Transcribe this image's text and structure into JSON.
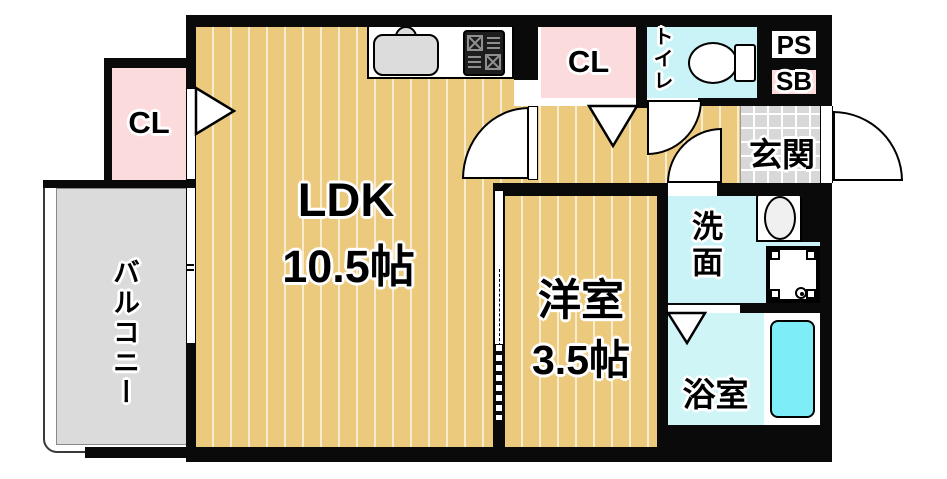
{
  "floorplan": {
    "type": "japanese-apartment-floor-plan",
    "rooms": {
      "ldk": {
        "label": "LDK",
        "size": "10.5帖"
      },
      "western_room": {
        "label": "洋室",
        "size": "3.5帖"
      },
      "closet_left": {
        "label": "CL"
      },
      "closet_hall": {
        "label": "CL"
      },
      "toilet": {
        "label": "トイレ"
      },
      "pipe_space": {
        "label": "PS"
      },
      "shoe_box": {
        "label": "SB"
      },
      "entrance": {
        "label": "玄関"
      },
      "washroom": {
        "label": "洗面"
      },
      "bathroom": {
        "label": "浴室"
      },
      "balcony": {
        "label": "バルコニー"
      }
    },
    "colors": {
      "tatami_floor": "#ecca7d",
      "closet_pink": "#fcdbdd",
      "wet_area_cyan": "#c9f3f6",
      "bathtub_cyan": "#7deef8",
      "balcony_gray": "#dbdbdb",
      "entrance_tile_gray": "#d8d8d8",
      "wall_black": "#0a0a0a"
    },
    "fixtures": [
      "kitchen-sink",
      "gas-stove",
      "toilet",
      "washbasin",
      "washing-machine-pan",
      "bathtub"
    ]
  }
}
